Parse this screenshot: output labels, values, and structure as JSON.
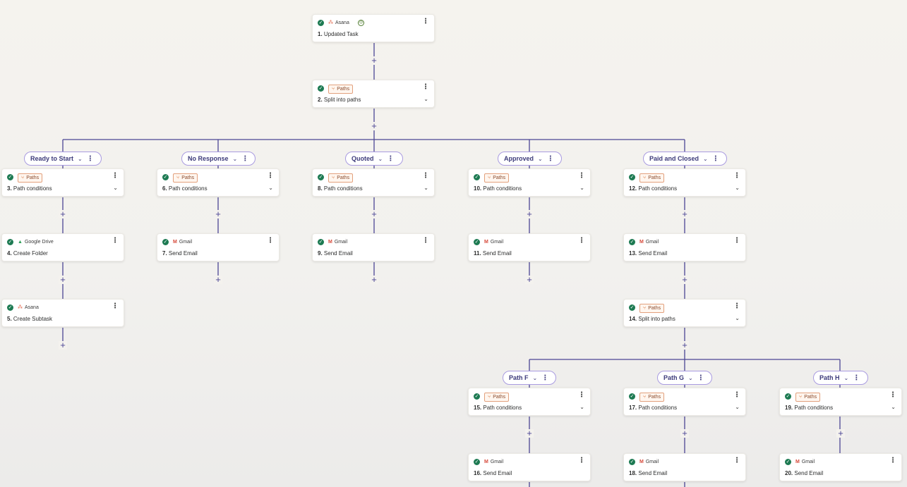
{
  "canvas": {
    "accent_color": "#4b4594",
    "success_color": "#1d7a52",
    "paths_color": "#e2a07c"
  },
  "steps": {
    "s1": {
      "app": "Asana",
      "icon": "asana-icon",
      "num": "1.",
      "title": "Updated Task",
      "live": "◎"
    },
    "s2": {
      "app": "Paths",
      "icon": "paths-icon",
      "num": "2.",
      "title": "Split into paths"
    },
    "s3": {
      "app": "Paths",
      "icon": "paths-icon",
      "num": "3.",
      "title": "Path conditions"
    },
    "s4": {
      "app": "Google Drive",
      "icon": "google-drive-icon",
      "num": "4.",
      "title": "Create Folder"
    },
    "s5": {
      "app": "Asana",
      "icon": "asana-icon",
      "num": "5.",
      "title": "Create Subtask"
    },
    "s6": {
      "app": "Paths",
      "icon": "paths-icon",
      "num": "6.",
      "title": "Path conditions"
    },
    "s7": {
      "app": "Gmail",
      "icon": "gmail-icon",
      "num": "7.",
      "title": "Send Email"
    },
    "s8": {
      "app": "Paths",
      "icon": "paths-icon",
      "num": "8.",
      "title": "Path conditions"
    },
    "s9": {
      "app": "Gmail",
      "icon": "gmail-icon",
      "num": "9.",
      "title": "Send Email"
    },
    "s10": {
      "app": "Paths",
      "icon": "paths-icon",
      "num": "10.",
      "title": "Path conditions"
    },
    "s11": {
      "app": "Gmail",
      "icon": "gmail-icon",
      "num": "11.",
      "title": "Send Email"
    },
    "s12": {
      "app": "Paths",
      "icon": "paths-icon",
      "num": "12.",
      "title": "Path conditions"
    },
    "s13": {
      "app": "Gmail",
      "icon": "gmail-icon",
      "num": "13.",
      "title": "Send Email"
    },
    "s14": {
      "app": "Paths",
      "icon": "paths-icon",
      "num": "14.",
      "title": "Split into paths"
    },
    "s15": {
      "app": "Paths",
      "icon": "paths-icon",
      "num": "15.",
      "title": "Path conditions"
    },
    "s16": {
      "app": "Gmail",
      "icon": "gmail-icon",
      "num": "16.",
      "title": "Send Email"
    },
    "s17": {
      "app": "Paths",
      "icon": "paths-icon",
      "num": "17.",
      "title": "Path conditions"
    },
    "s18": {
      "app": "Gmail",
      "icon": "gmail-icon",
      "num": "18.",
      "title": "Send Email"
    },
    "s19": {
      "app": "Paths",
      "icon": "paths-icon",
      "num": "19.",
      "title": "Path conditions"
    },
    "s20": {
      "app": "Gmail",
      "icon": "gmail-icon",
      "num": "20.",
      "title": "Send Email"
    }
  },
  "paths": {
    "p_ready": {
      "label": "Ready to Start"
    },
    "p_noresp": {
      "label": "No Response"
    },
    "p_quoted": {
      "label": "Quoted"
    },
    "p_approved": {
      "label": "Approved"
    },
    "p_paid": {
      "label": "Paid and Closed"
    },
    "p_f": {
      "label": "Path F"
    },
    "p_g": {
      "label": "Path G"
    },
    "p_h": {
      "label": "Path H"
    }
  },
  "glyphs": {
    "check": "✓",
    "kebab": "⋮",
    "caret": "⌄",
    "plus": "+",
    "chev": "⌄"
  }
}
